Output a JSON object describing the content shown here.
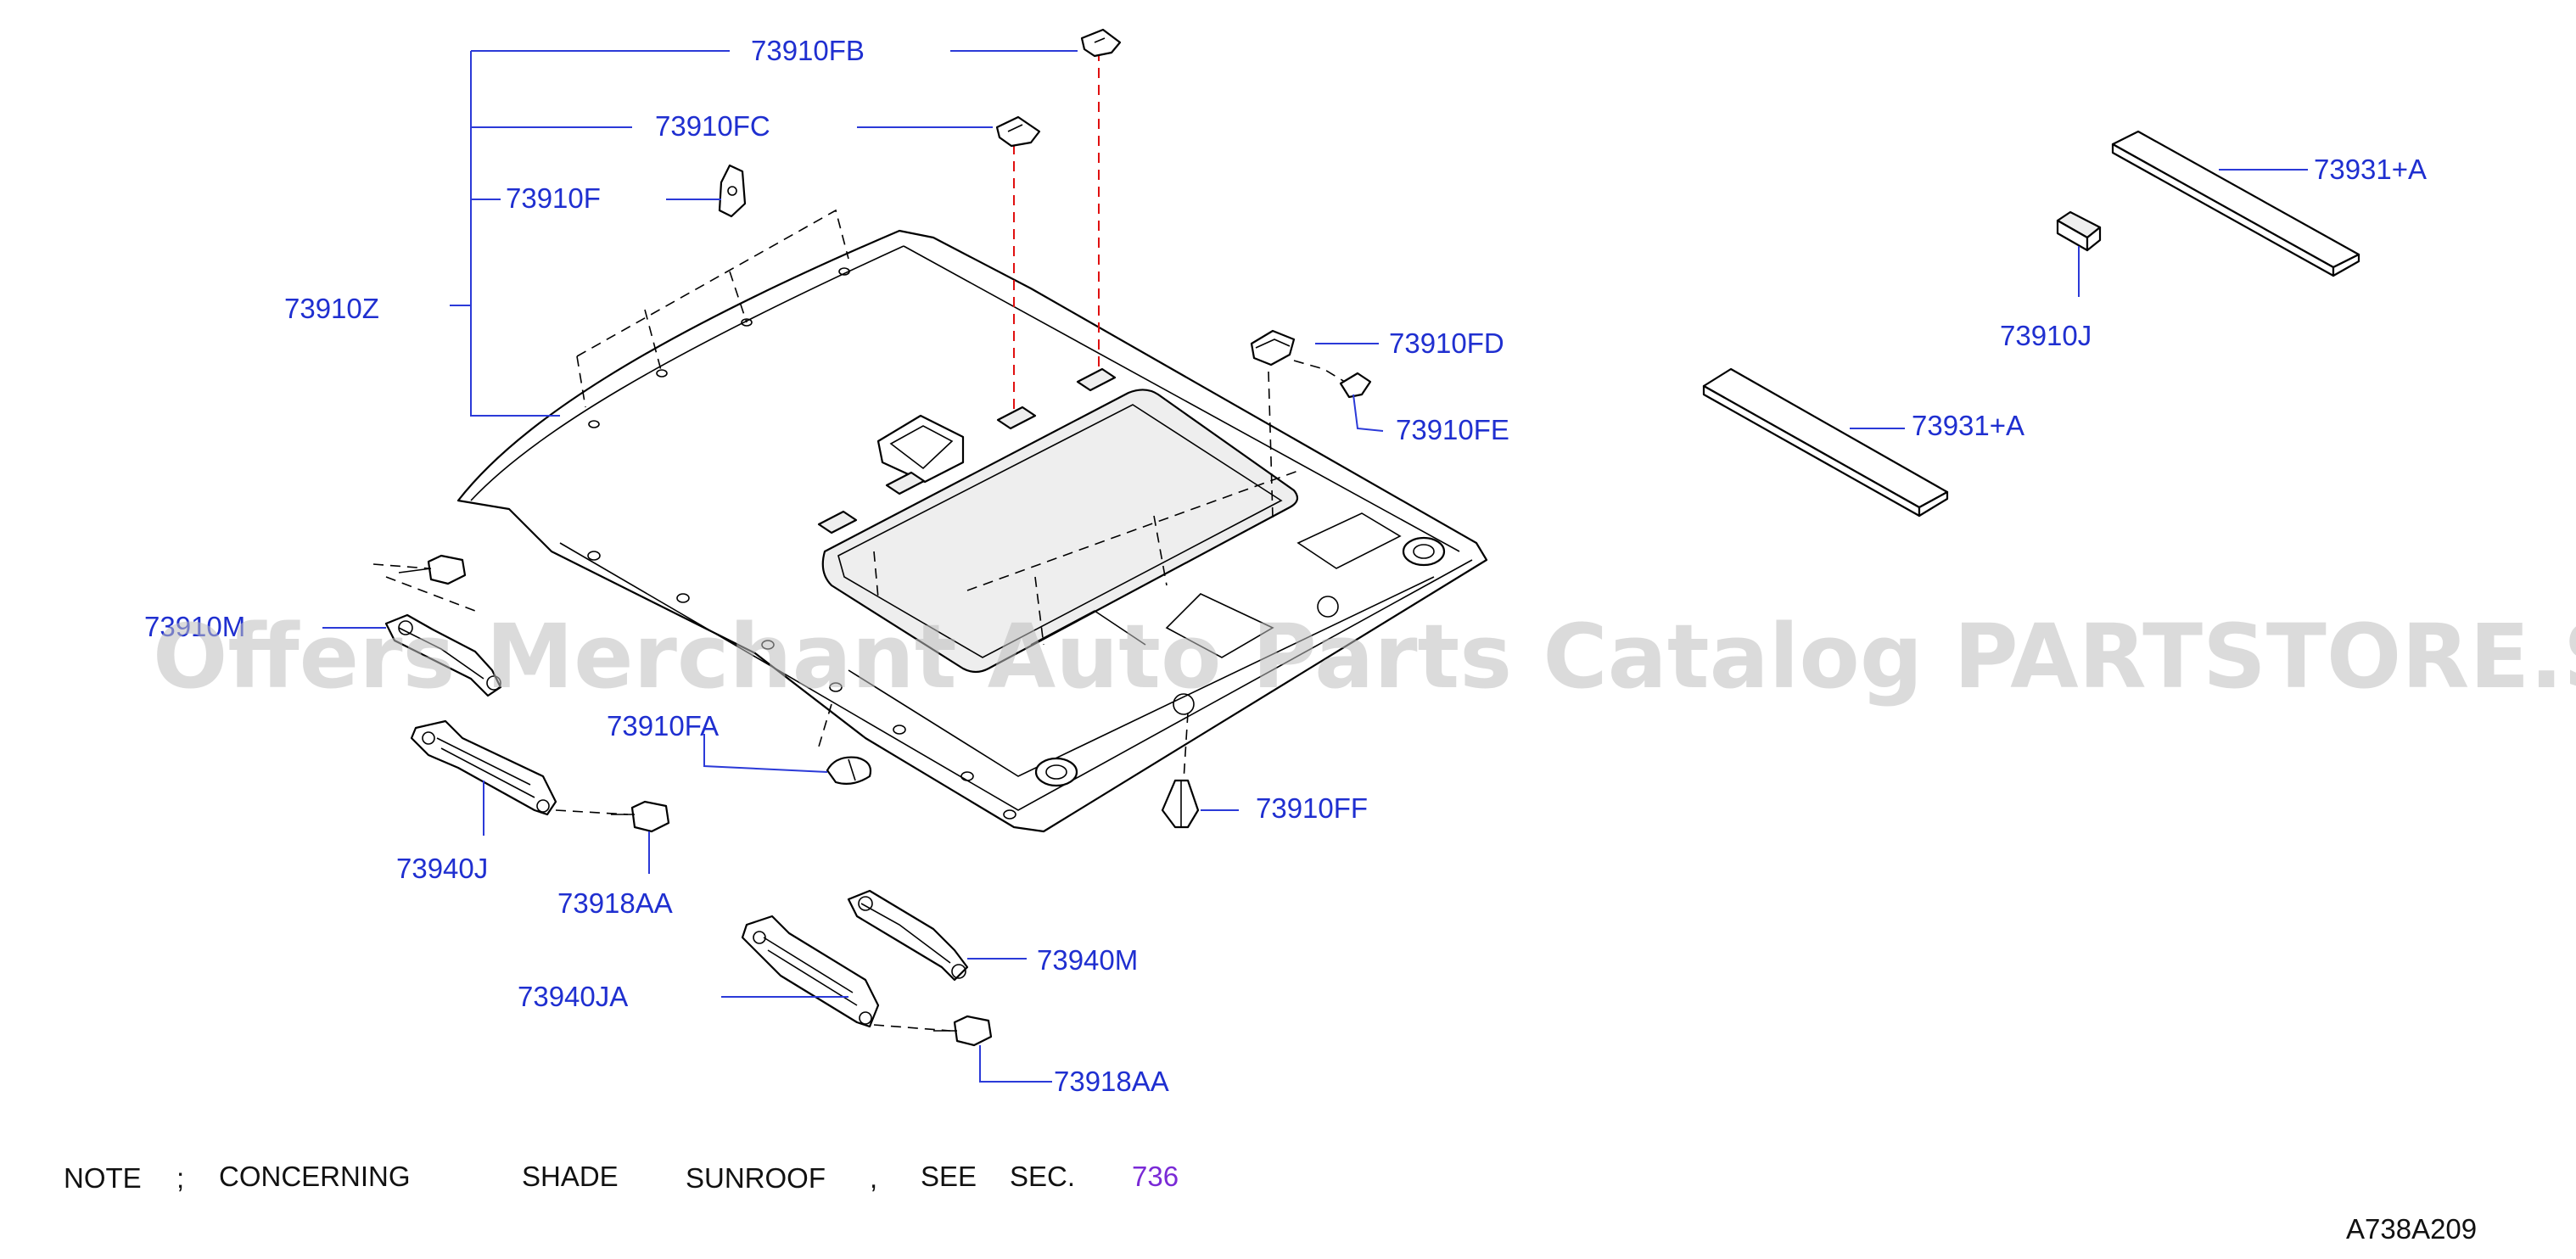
{
  "labels": {
    "p73910FB": "73910FB",
    "p73910FC": "73910FC",
    "p73910F": "73910F",
    "p73910Z": "73910Z",
    "p73910FD": "73910FD",
    "p73910FE": "73910FE",
    "p73931A_top": "73931+A",
    "p73910J": "73910J",
    "p73931A_mid": "73931+A",
    "p73910M": "73910M",
    "p73910FA": "73910FA",
    "p73910FF": "73910FF",
    "p73940J": "73940J",
    "p73918AA_1": "73918AA",
    "p73940M": "73940M",
    "p73940JA": "73940JA",
    "p73918AA_2": "73918AA"
  },
  "note": {
    "w1": "NOTE",
    "w2": ";",
    "w3": "CONCERNING",
    "w4": "SHADE",
    "w5": "SUNROOF",
    "w6": ",",
    "w7": "SEE",
    "w8": "SEC.",
    "section_link": "736"
  },
  "diagram_code": "A738A209",
  "watermark": "Offers Merchant Auto Parts Catalog PARTSTORE.SA",
  "colors": {
    "label": "#1f2fd0",
    "link": "#7a2ad6",
    "red_dash": "#e01010"
  }
}
